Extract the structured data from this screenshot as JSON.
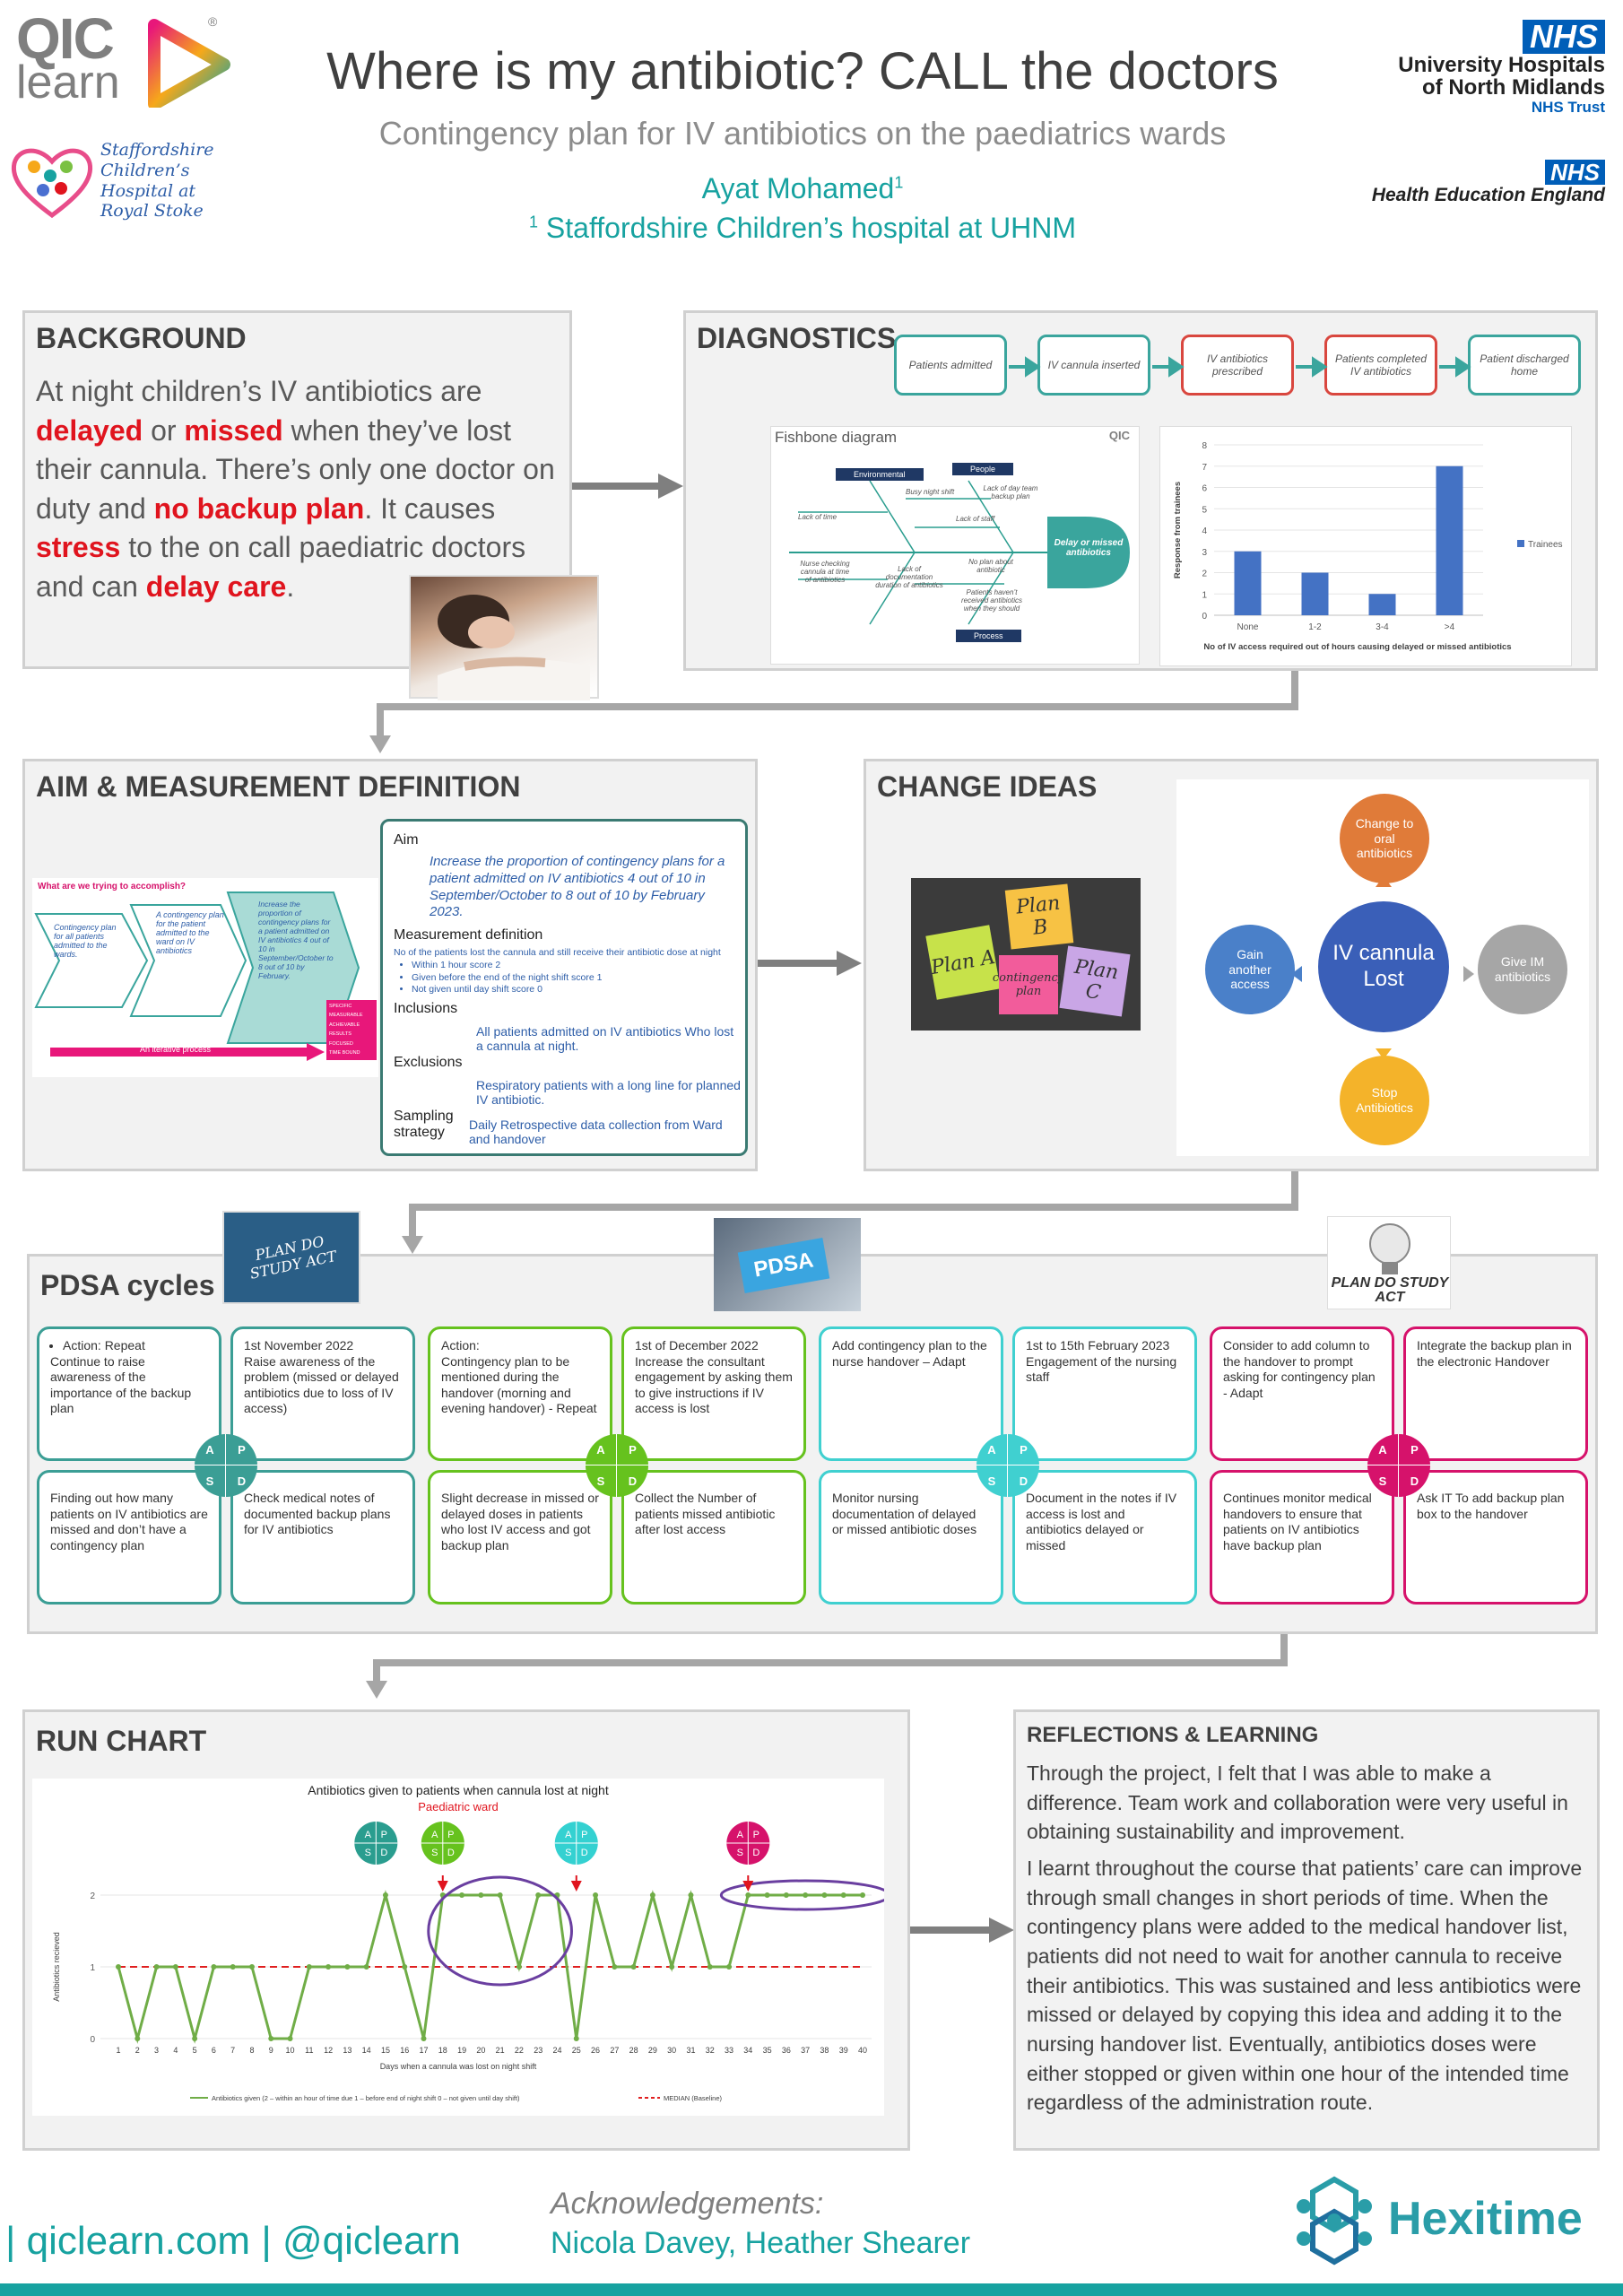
{
  "header": {
    "qic_logo_top": "QIC",
    "qic_logo_bottom": "learn",
    "qic_mark": "®",
    "title": "Where is my antibiotic? CALL the doctors",
    "subtitle": "Contingency plan for IV antibiotics on the paediatrics wards",
    "author": "Ayat Mohamed",
    "author_sup": "1",
    "affiliation_sup": "1",
    "affiliation": "Staffordshire Children’s hospital at UHNM",
    "staffs_logo": [
      "Staffordshire",
      "Children’s",
      "Hospital at",
      "Royal Stoke"
    ],
    "nhs_badge": "NHS",
    "nhs_trust_line1": "University Hospitals",
    "nhs_trust_line2": "of North Midlands",
    "nhs_trust_line3": "NHS Trust",
    "hee_badge": "NHS",
    "hee_name": "Health Education England"
  },
  "background": {
    "title": "BACKGROUND",
    "t1": "At night children’s IV antibiotics are ",
    "r1": "delayed",
    "t2": " or ",
    "r2": "missed",
    "t3": " when they’ve lost their cannula. There’s only one doctor on duty and ",
    "r3": "no backup plan",
    "t4": ". It causes ",
    "r4": "stress",
    "t5": " to the on call paediatric doctors and can ",
    "r5": "delay care",
    "t6": "."
  },
  "diagnostics": {
    "title": "DIAGNOSTICS",
    "flow": [
      "Patients admitted",
      "IV cannula inserted",
      "IV antibiotics prescribed",
      "Patients completed IV antibiotics",
      "Patient discharged home"
    ],
    "colors": {
      "teal": "#3aa59d",
      "red": "#d9473f"
    },
    "fishbone": {
      "title": "Fishbone diagram",
      "logo": "QIC",
      "categories": [
        "Environmental",
        "People",
        "Process"
      ],
      "causes": [
        "Busy night shift",
        "Lack of day team backup plan",
        "Lack of time",
        "Lack of staff",
        "Nurse checking cannula at time of antibiotics",
        "Lack of documentation duration of antibiotics",
        "No plan about antibiotic",
        "Patients haven’t received antibiotics when they should"
      ],
      "effect": "Delay or missed antibiotics"
    }
  },
  "chart_data": [
    {
      "type": "bar",
      "categories": [
        "None",
        "1-2",
        "3-4",
        ">4"
      ],
      "series": [
        {
          "name": "Trainees",
          "values": [
            3,
            2,
            1,
            7
          ]
        }
      ],
      "xlabel": "No of IV access required out of hours causing delayed or missed antibiotics",
      "ylabel": "Response from trainees",
      "ylim": [
        0,
        8
      ],
      "yticks": [
        0,
        1,
        2,
        3,
        4,
        5,
        6,
        7,
        8
      ],
      "legend": "right",
      "color": "#4472c4"
    },
    {
      "type": "line",
      "title": "Antibiotics given to patients when cannula lost at night",
      "subtitle": "Paediatric ward",
      "x": [
        1,
        2,
        3,
        4,
        5,
        6,
        7,
        8,
        9,
        10,
        11,
        12,
        13,
        14,
        15,
        16,
        17,
        18,
        19,
        20,
        21,
        22,
        23,
        24,
        25,
        26,
        27,
        28,
        29,
        30,
        31,
        32,
        33,
        34,
        35,
        36,
        37,
        38,
        39,
        40
      ],
      "series": [
        {
          "name": "Antibiotics given (2 – within an hour of time due 1 – before end of night shift  0 – not given until day shift)",
          "values": [
            1,
            0,
            1,
            1,
            0,
            1,
            1,
            1,
            0,
            0,
            1,
            1,
            1,
            1,
            2,
            1,
            0,
            2,
            2,
            2,
            2,
            1,
            2,
            2,
            0,
            2,
            1,
            1,
            2,
            1,
            2,
            1,
            1,
            2,
            2,
            2,
            2,
            2,
            2,
            2
          ],
          "color": "#70ad47"
        },
        {
          "name": "MEDIAN (Baseline)",
          "value": 1,
          "color": "#e02020",
          "style": "dashed"
        }
      ],
      "xlabel": "Days when a cannula was lost on night shift",
      "ylabel": "Antibiotics recieved",
      "ylim": [
        0,
        2
      ],
      "yticks": [
        0,
        1,
        2
      ],
      "legend": "bottom",
      "pdsa_markers": [
        {
          "after_x": 14.5,
          "color": "#2a9d8f"
        },
        {
          "after_x": 18,
          "color": "#66c21e"
        },
        {
          "after_x": 25,
          "color": "#34d1d1"
        },
        {
          "after_x": 34,
          "color": "#d6126b"
        }
      ]
    }
  ],
  "aim": {
    "title": "AIM & MEASUREMENT DEFINITION",
    "accomplish_q": "What are we trying to accomplish?",
    "chev1": "Contingency plan for all patients admitted to the wards.",
    "chev2": "A contingency plan for the patient admitted to the ward on IV antibiotics",
    "chev3": "Increase the proportion of contingency plans for a patient admitted on IV antibiotics 4 out of 10 in September/October to 8 out of 10 by February.",
    "smart": [
      "SPECIFIC",
      "MEASURABLE",
      "ACHIEVABLE",
      "RESULTS FOCUSED",
      "TIME BOUND"
    ],
    "iterative": "An iterative process",
    "aim_label": "Aim",
    "aim_text": "Increase the proportion of contingency plans for a patient admitted on IV antibiotics 4 out of 10 in September/October to 8 out of 10 by February 2023.",
    "measure_label": "Measurement definition",
    "measure_text": "No of the patients lost the cannula and still receive their antibiotic dose at night",
    "measure_items": [
      "Within 1 hour score 2",
      "Given before the end of the night shift score 1",
      "Not given until day shift score 0"
    ],
    "incl_label": "Inclusions",
    "incl_text": "All patients admitted on IV antibiotics Who lost a cannula at night.",
    "excl_label": "Exclusions",
    "excl_text": "Respiratory patients with a long line for planned IV antibiotic.",
    "samp_label": "Sampling strategy",
    "samp_text": "Daily Retrospective data collection from Ward and handover"
  },
  "change": {
    "title": "CHANGE IDEAS",
    "notes": [
      "Plan B",
      "Plan A",
      "contingency plan",
      "Plan C"
    ],
    "center": "IV cannula Lost",
    "top": "Change to oral antibiotics",
    "left": "Gain another access",
    "right": "Give IM antibiotics",
    "bottom": "Stop Antibiotics"
  },
  "pdsa": {
    "title": "PDSA cycles",
    "img1_text": "PLAN DO STUDY ACT",
    "img2_text": "PDSA",
    "img3_text": "PLAN DO STUDY ACT",
    "cycles": [
      {
        "color": "#3b9e95",
        "a_bullet": "Action: Repeat",
        "a": "Continue to raise awareness of the importance of the backup plan",
        "p_date": "1st November 2022",
        "p": "Raise awareness of the problem (missed or delayed antibiotics due to loss of IV access)",
        "s": "Finding out how many patients on IV antibiotics are missed and don’t have a contingency plan",
        "d": "Check medical notes of documented backup plans for IV antibiotics"
      },
      {
        "color": "#66c21e",
        "a_bullet": "Action:",
        "a": "Contingency plan to be mentioned during the handover (morning and evening handover) - Repeat",
        "p_date": "1st of December 2022",
        "p": "Increase the consultant engagement by asking them to give instructions if IV access is lost",
        "s": "Slight decrease in missed or delayed doses in patients who lost IV access and got backup plan",
        "d": "Collect the Number of patients missed antibiotic after lost access"
      },
      {
        "color": "#40d0d0",
        "a_bullet": "",
        "a": "Add contingency plan to the nurse handover – Adapt",
        "p_date": "1st to 15th February 2023",
        "p": "Engagement of the nursing staff",
        "s": "Monitor nursing documentation of delayed or missed antibiotic doses",
        "d": "Document in the notes if IV access is lost and antibiotics delayed or missed"
      },
      {
        "color": "#d6126b",
        "a_bullet": "",
        "a": "Consider to add column to the handover to prompt asking for contingency plan - Adapt",
        "p_date": "",
        "p": "Integrate the backup plan in the electronic Handover",
        "s": "Continues monitor medical handovers to ensure that patients on IV antibiotics have backup plan",
        "d": "Ask IT To add backup plan box to the handover"
      }
    ],
    "letters": [
      "A",
      "P",
      "S",
      "D"
    ]
  },
  "run": {
    "title": "RUN CHART"
  },
  "reflect": {
    "title": "REFLECTIONS & LEARNING",
    "p1": "Through the project, I felt that I was able to make a difference. Team work and collaboration were very useful in obtaining sustainability and improvement.",
    "p2": "I learnt throughout the course that patients’ care can improve through small changes in short periods of time. When the contingency plans were added to the medical handover list, patients did not need to wait for another cannula to receive their antibiotics. This was sustained and less antibiotics were missed or delayed by copying this idea and adding it to the nursing handover list. Eventually, antibiotics doses were either stopped or given within one hour of the intended time regardless of the administration route."
  },
  "footer": {
    "links": "| qiclearn.com | @qiclearn",
    "ack_label": "Acknowledgements:",
    "ack_names": "Nicola Davey, Heather Shearer",
    "hexitime": "Hexitime"
  }
}
